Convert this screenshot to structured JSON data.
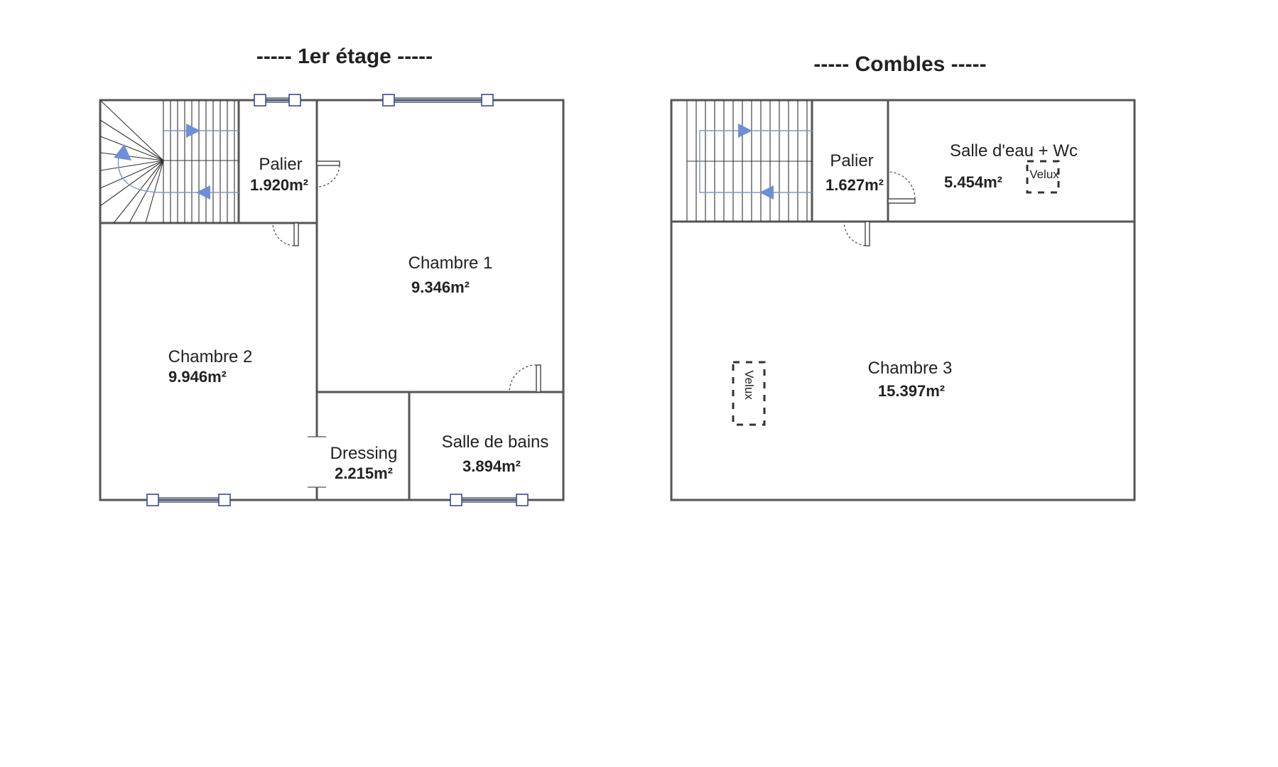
{
  "floors": [
    {
      "title": "-----  1er étage  -----",
      "rooms": [
        {
          "name": "Palier",
          "area": "1.920m²"
        },
        {
          "name": "Chambre 1",
          "area": "9.346m²"
        },
        {
          "name": "Chambre 2",
          "area": "9.946m²"
        },
        {
          "name": "Dressing",
          "area": "2.215m²"
        },
        {
          "name": "Salle de bains",
          "area": "3.894m²"
        }
      ]
    },
    {
      "title": "-----  Combles  -----",
      "rooms": [
        {
          "name": "Palier",
          "area": "1.627m²"
        },
        {
          "name": "Salle d'eau + Wc",
          "area": "5.454m²"
        },
        {
          "name": "Chambre 3",
          "area": "15.397m²"
        }
      ],
      "skylights": [
        "Velux",
        "Velux"
      ]
    }
  ],
  "colors": {
    "wall": "#555555",
    "stair_arrow": "#6e8fd8",
    "window": "#3a4a92"
  }
}
